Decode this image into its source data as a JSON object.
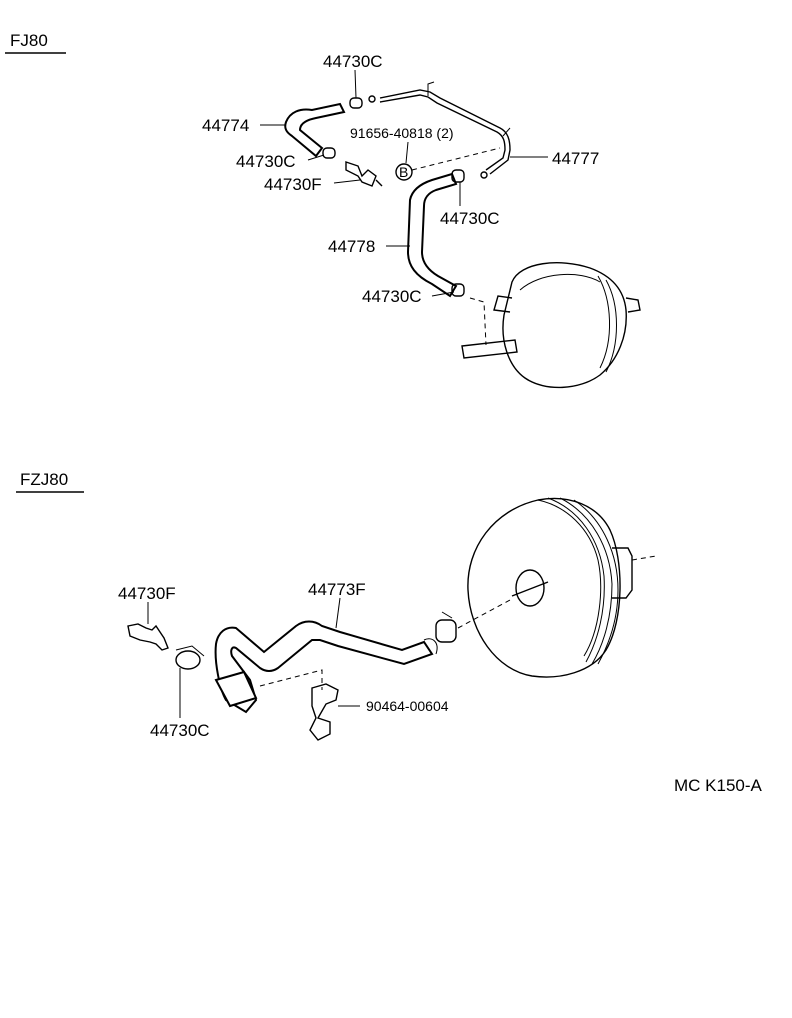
{
  "sections": {
    "top": "FJ80",
    "bottom": "FZJ80"
  },
  "fj80": {
    "p_44730c_top": "44730C",
    "p_44774": "44774",
    "p_91656": "91656-40818 (2)",
    "p_b_marker": "B",
    "p_44730c_mid": "44730C",
    "p_44730f": "44730F",
    "p_44777": "44777",
    "p_44730c_right": "44730C",
    "p_44778": "44778",
    "p_44730c_bottom": "44730C"
  },
  "fzj80": {
    "p_44730f": "44730F",
    "p_44773f": "44773F",
    "p_90464": "90464-00604",
    "p_44730c": "44730C"
  },
  "figure_code": "MC K150-A"
}
